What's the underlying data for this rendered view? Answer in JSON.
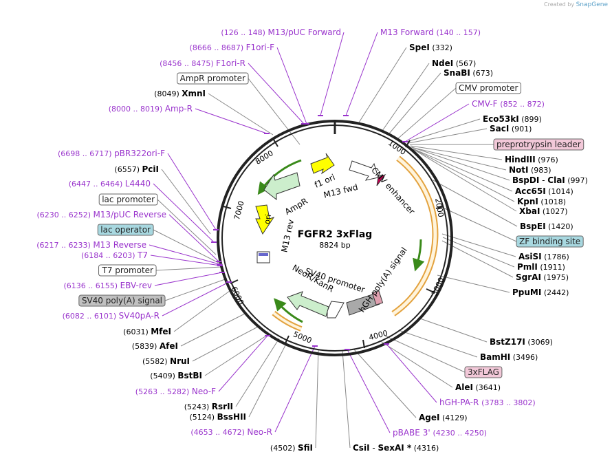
{
  "credit": {
    "prefix": "Created by",
    "brand": "SnapGene"
  },
  "plasmid": {
    "name": "FGFR2 3xFlag",
    "length_label": "8824 bp",
    "length": 8824
  },
  "colors": {
    "primer": "#9933cc",
    "enzyme": "#000000",
    "feature": "#333333",
    "leader": "#f2c8d8",
    "zf": "#a8d8e0",
    "polyA": "#c0c0c0",
    "backbone": "#222222"
  },
  "ruler": [
    "1000",
    "2000",
    "3000",
    "4000",
    "5000",
    "6000",
    "7000",
    "8000"
  ],
  "labels": [
    {
      "id": "m13puc-fwd",
      "kind": "primer",
      "side": "left",
      "range": "(126 .. 148)",
      "name": "M13/pUC Forward"
    },
    {
      "id": "m13-fwd",
      "kind": "primer",
      "side": "right",
      "name": "M13 Forward",
      "range": "(140 .. 157)"
    },
    {
      "id": "spei",
      "kind": "enzyme",
      "side": "right",
      "name": "SpeI",
      "pos": "(332)"
    },
    {
      "id": "f1ori-f",
      "kind": "primer",
      "side": "left",
      "range": "(8666 .. 8687)",
      "name": "F1ori-F"
    },
    {
      "id": "ndei",
      "kind": "enzyme",
      "side": "right",
      "name": "NdeI",
      "pos": "(567)"
    },
    {
      "id": "f1ori-r",
      "kind": "primer",
      "side": "left",
      "range": "(8456 .. 8475)",
      "name": "F1ori-R"
    },
    {
      "id": "snabi",
      "kind": "enzyme",
      "side": "right",
      "name": "SnaBI",
      "pos": "(673)"
    },
    {
      "id": "ampr-prom",
      "kind": "feature",
      "side": "left",
      "name": "AmpR promoter"
    },
    {
      "id": "cmv-prom",
      "kind": "feature",
      "side": "right",
      "name": "CMV promoter"
    },
    {
      "id": "xmni",
      "kind": "enzyme",
      "side": "left",
      "pos": "(8049)",
      "name": "XmnI"
    },
    {
      "id": "cmv-f",
      "kind": "primer",
      "side": "right",
      "name": "CMV-F",
      "range": "(852 .. 872)"
    },
    {
      "id": "amp-r",
      "kind": "primer",
      "side": "left",
      "range": "(8000 .. 8019)",
      "name": "Amp-R"
    },
    {
      "id": "eco53ki",
      "kind": "enzyme",
      "side": "right",
      "name": "Eco53kI",
      "pos": "(899)"
    },
    {
      "id": "saci",
      "kind": "enzyme",
      "side": "right",
      "name": "SacI",
      "pos": "(901)"
    },
    {
      "id": "preprotrypsin",
      "kind": "leader",
      "side": "right",
      "name": "preprotrypsin leader"
    },
    {
      "id": "pbr322ori-f",
      "kind": "primer",
      "side": "left",
      "range": "(6698 .. 6717)",
      "name": "pBR322ori-F"
    },
    {
      "id": "hindiii",
      "kind": "enzyme",
      "side": "right",
      "name": "HindIII",
      "pos": "(976)"
    },
    {
      "id": "pcii",
      "kind": "enzyme",
      "side": "left",
      "pos": "(6557)",
      "name": "PciI"
    },
    {
      "id": "noti",
      "kind": "enzyme",
      "side": "right",
      "name": "NotI",
      "pos": "(983)"
    },
    {
      "id": "bspdi",
      "kind": "enzyme",
      "side": "right",
      "name": "BspDI",
      "name2": "ClaI",
      "pos": "(997)"
    },
    {
      "id": "l4440",
      "kind": "primer",
      "side": "left",
      "range": "(6447 .. 6464)",
      "name": "L4440"
    },
    {
      "id": "acc65i",
      "kind": "enzyme",
      "side": "right",
      "name": "Acc65I",
      "pos": "(1014)"
    },
    {
      "id": "lac-prom",
      "kind": "feature",
      "side": "left",
      "name": "lac promoter"
    },
    {
      "id": "kpni",
      "kind": "enzyme",
      "side": "right",
      "name": "KpnI",
      "pos": "(1018)"
    },
    {
      "id": "m13puc-rev",
      "kind": "primer",
      "side": "left",
      "range": "(6230 .. 6252)",
      "name": "M13/pUC Reverse"
    },
    {
      "id": "xbai",
      "kind": "enzyme",
      "side": "right",
      "name": "XbaI",
      "pos": "(1027)"
    },
    {
      "id": "bspei",
      "kind": "enzyme",
      "side": "right",
      "name": "BspEI",
      "pos": "(1420)"
    },
    {
      "id": "lac-op",
      "kind": "zf",
      "side": "left",
      "name": "lac operator"
    },
    {
      "id": "zf-site",
      "kind": "zf",
      "side": "right",
      "name": "ZF binding site"
    },
    {
      "id": "m13-rev",
      "kind": "primer",
      "side": "left",
      "range": "(6217 .. 6233)",
      "name": "M13 Reverse"
    },
    {
      "id": "t7",
      "kind": "primer",
      "side": "left",
      "range": "(6184 .. 6203)",
      "name": "T7"
    },
    {
      "id": "asisi",
      "kind": "enzyme",
      "side": "right",
      "name": "AsiSI",
      "pos": "(1786)"
    },
    {
      "id": "pmli",
      "kind": "enzyme",
      "side": "right",
      "name": "PmlI",
      "pos": "(1911)"
    },
    {
      "id": "t7-prom",
      "kind": "feature",
      "side": "left",
      "name": "T7 promoter"
    },
    {
      "id": "sgrai",
      "kind": "enzyme",
      "side": "right",
      "name": "SgrAI",
      "pos": "(1975)"
    },
    {
      "id": "ebv-rev",
      "kind": "primer",
      "side": "left",
      "range": "(6136 .. 6155)",
      "name": "EBV-rev"
    },
    {
      "id": "ppumi",
      "kind": "enzyme",
      "side": "right",
      "name": "PpuMI",
      "pos": "(2442)"
    },
    {
      "id": "sv40-polya",
      "kind": "polyA",
      "side": "left",
      "name": "SV40 poly(A) signal"
    },
    {
      "id": "sv40pa-r",
      "kind": "primer",
      "side": "left",
      "range": "(6082 .. 6101)",
      "name": "SV40pA-R"
    },
    {
      "id": "mfei",
      "kind": "enzyme",
      "side": "left",
      "pos": "(6031)",
      "name": "MfeI"
    },
    {
      "id": "bstz17i",
      "kind": "enzyme",
      "side": "right",
      "name": "BstZ17I",
      "pos": "(3069)"
    },
    {
      "id": "afei",
      "kind": "enzyme",
      "side": "left",
      "pos": "(5839)",
      "name": "AfeI"
    },
    {
      "id": "bamhi",
      "kind": "enzyme",
      "side": "right",
      "name": "BamHI",
      "pos": "(3496)"
    },
    {
      "id": "nrui",
      "kind": "enzyme",
      "side": "left",
      "pos": "(5582)",
      "name": "NruI"
    },
    {
      "id": "3xflag",
      "kind": "leader",
      "side": "right",
      "name": "3xFLAG"
    },
    {
      "id": "bstbi",
      "kind": "enzyme",
      "side": "left",
      "pos": "(5409)",
      "name": "BstBI"
    },
    {
      "id": "alei",
      "kind": "enzyme",
      "side": "right",
      "name": "AleI",
      "pos": "(3641)"
    },
    {
      "id": "neo-f",
      "kind": "primer",
      "side": "left",
      "range": "(5263 .. 5282)",
      "name": "Neo-F"
    },
    {
      "id": "hgh-pa-r",
      "kind": "primer",
      "side": "right",
      "name": "hGH-PA-R",
      "range": "(3783 .. 3802)"
    },
    {
      "id": "rsrii",
      "kind": "enzyme",
      "side": "left",
      "pos": "(5243)",
      "name": "RsrII"
    },
    {
      "id": "bsshii",
      "kind": "enzyme",
      "side": "left",
      "pos": "(5124)",
      "name": "BssHII"
    },
    {
      "id": "agei",
      "kind": "enzyme",
      "side": "right",
      "name": "AgeI",
      "pos": "(4129)"
    },
    {
      "id": "neo-r",
      "kind": "primer",
      "side": "left",
      "range": "(4653 .. 4672)",
      "name": "Neo-R"
    },
    {
      "id": "pbabe3",
      "kind": "primer",
      "side": "right",
      "name": "pBABE 3'",
      "range": "(4230 .. 4250)"
    },
    {
      "id": "sfii",
      "kind": "enzyme",
      "side": "left",
      "pos": "(4502)",
      "name": "SfiI"
    },
    {
      "id": "csii",
      "kind": "enzyme",
      "side": "right",
      "name": "CsiI",
      "name2": "SexAI *",
      "pos": "(4316)"
    }
  ],
  "inner_features": [
    {
      "id": "f1-ori",
      "name": "f1 ori"
    },
    {
      "id": "m13-fwd-in",
      "name": "M13 fwd"
    },
    {
      "id": "cmv-enh",
      "name": "CMV enhancer"
    },
    {
      "id": "ampr",
      "name": "AmpR"
    },
    {
      "id": "ori",
      "name": "ori"
    },
    {
      "id": "m13-rev-in",
      "name": "M13 rev"
    },
    {
      "id": "sv40-prom",
      "name": "SV40 promoter"
    },
    {
      "id": "neor",
      "name": "NeoR/KanR"
    },
    {
      "id": "hgh-polya",
      "name": "hGH poly(A) signal"
    }
  ]
}
